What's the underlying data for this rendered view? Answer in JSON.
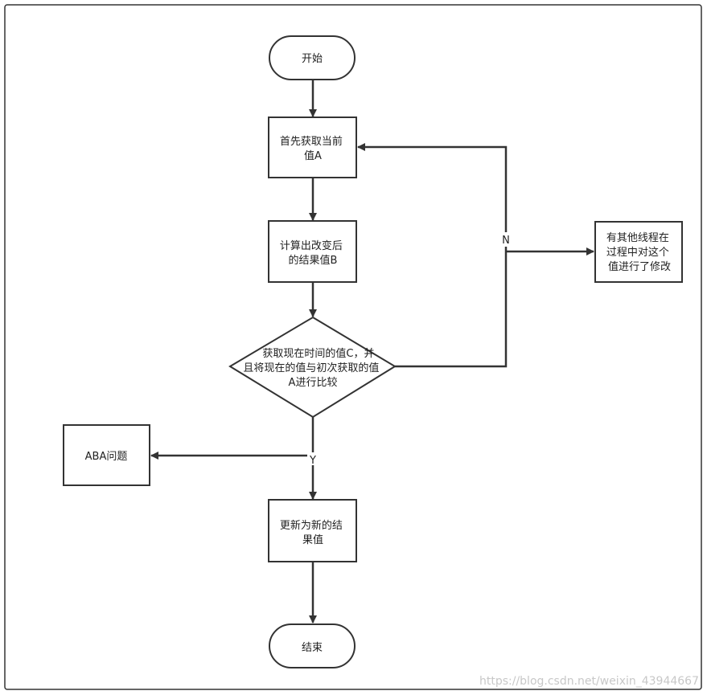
{
  "diagram": {
    "nodes": {
      "start": {
        "lines": [
          "开始"
        ]
      },
      "get_current": {
        "lines": [
          "首先获取当前",
          "值A"
        ]
      },
      "compute": {
        "lines": [
          "计算出改变后",
          "的结果值B"
        ]
      },
      "compare": {
        "lines": [
          "获取现在时间的值C，并",
          "且将现在的值与初次获取的值",
          "A进行比较"
        ]
      },
      "aba": {
        "lines": [
          "ABA问题"
        ]
      },
      "update": {
        "lines": [
          "更新为新的结",
          "果值"
        ]
      },
      "end": {
        "lines": [
          "结束"
        ]
      },
      "other_thread": {
        "lines": [
          "有其他线程在",
          "过程中对这个",
          "值进行了修改"
        ]
      }
    },
    "edge_labels": {
      "no": "N",
      "yes": "Y"
    }
  },
  "watermark": "https://blog.csdn.net/weixin_43944667",
  "colors": {
    "stroke": "#333333",
    "background": "#ffffff",
    "watermark": "#c8c8c8"
  }
}
